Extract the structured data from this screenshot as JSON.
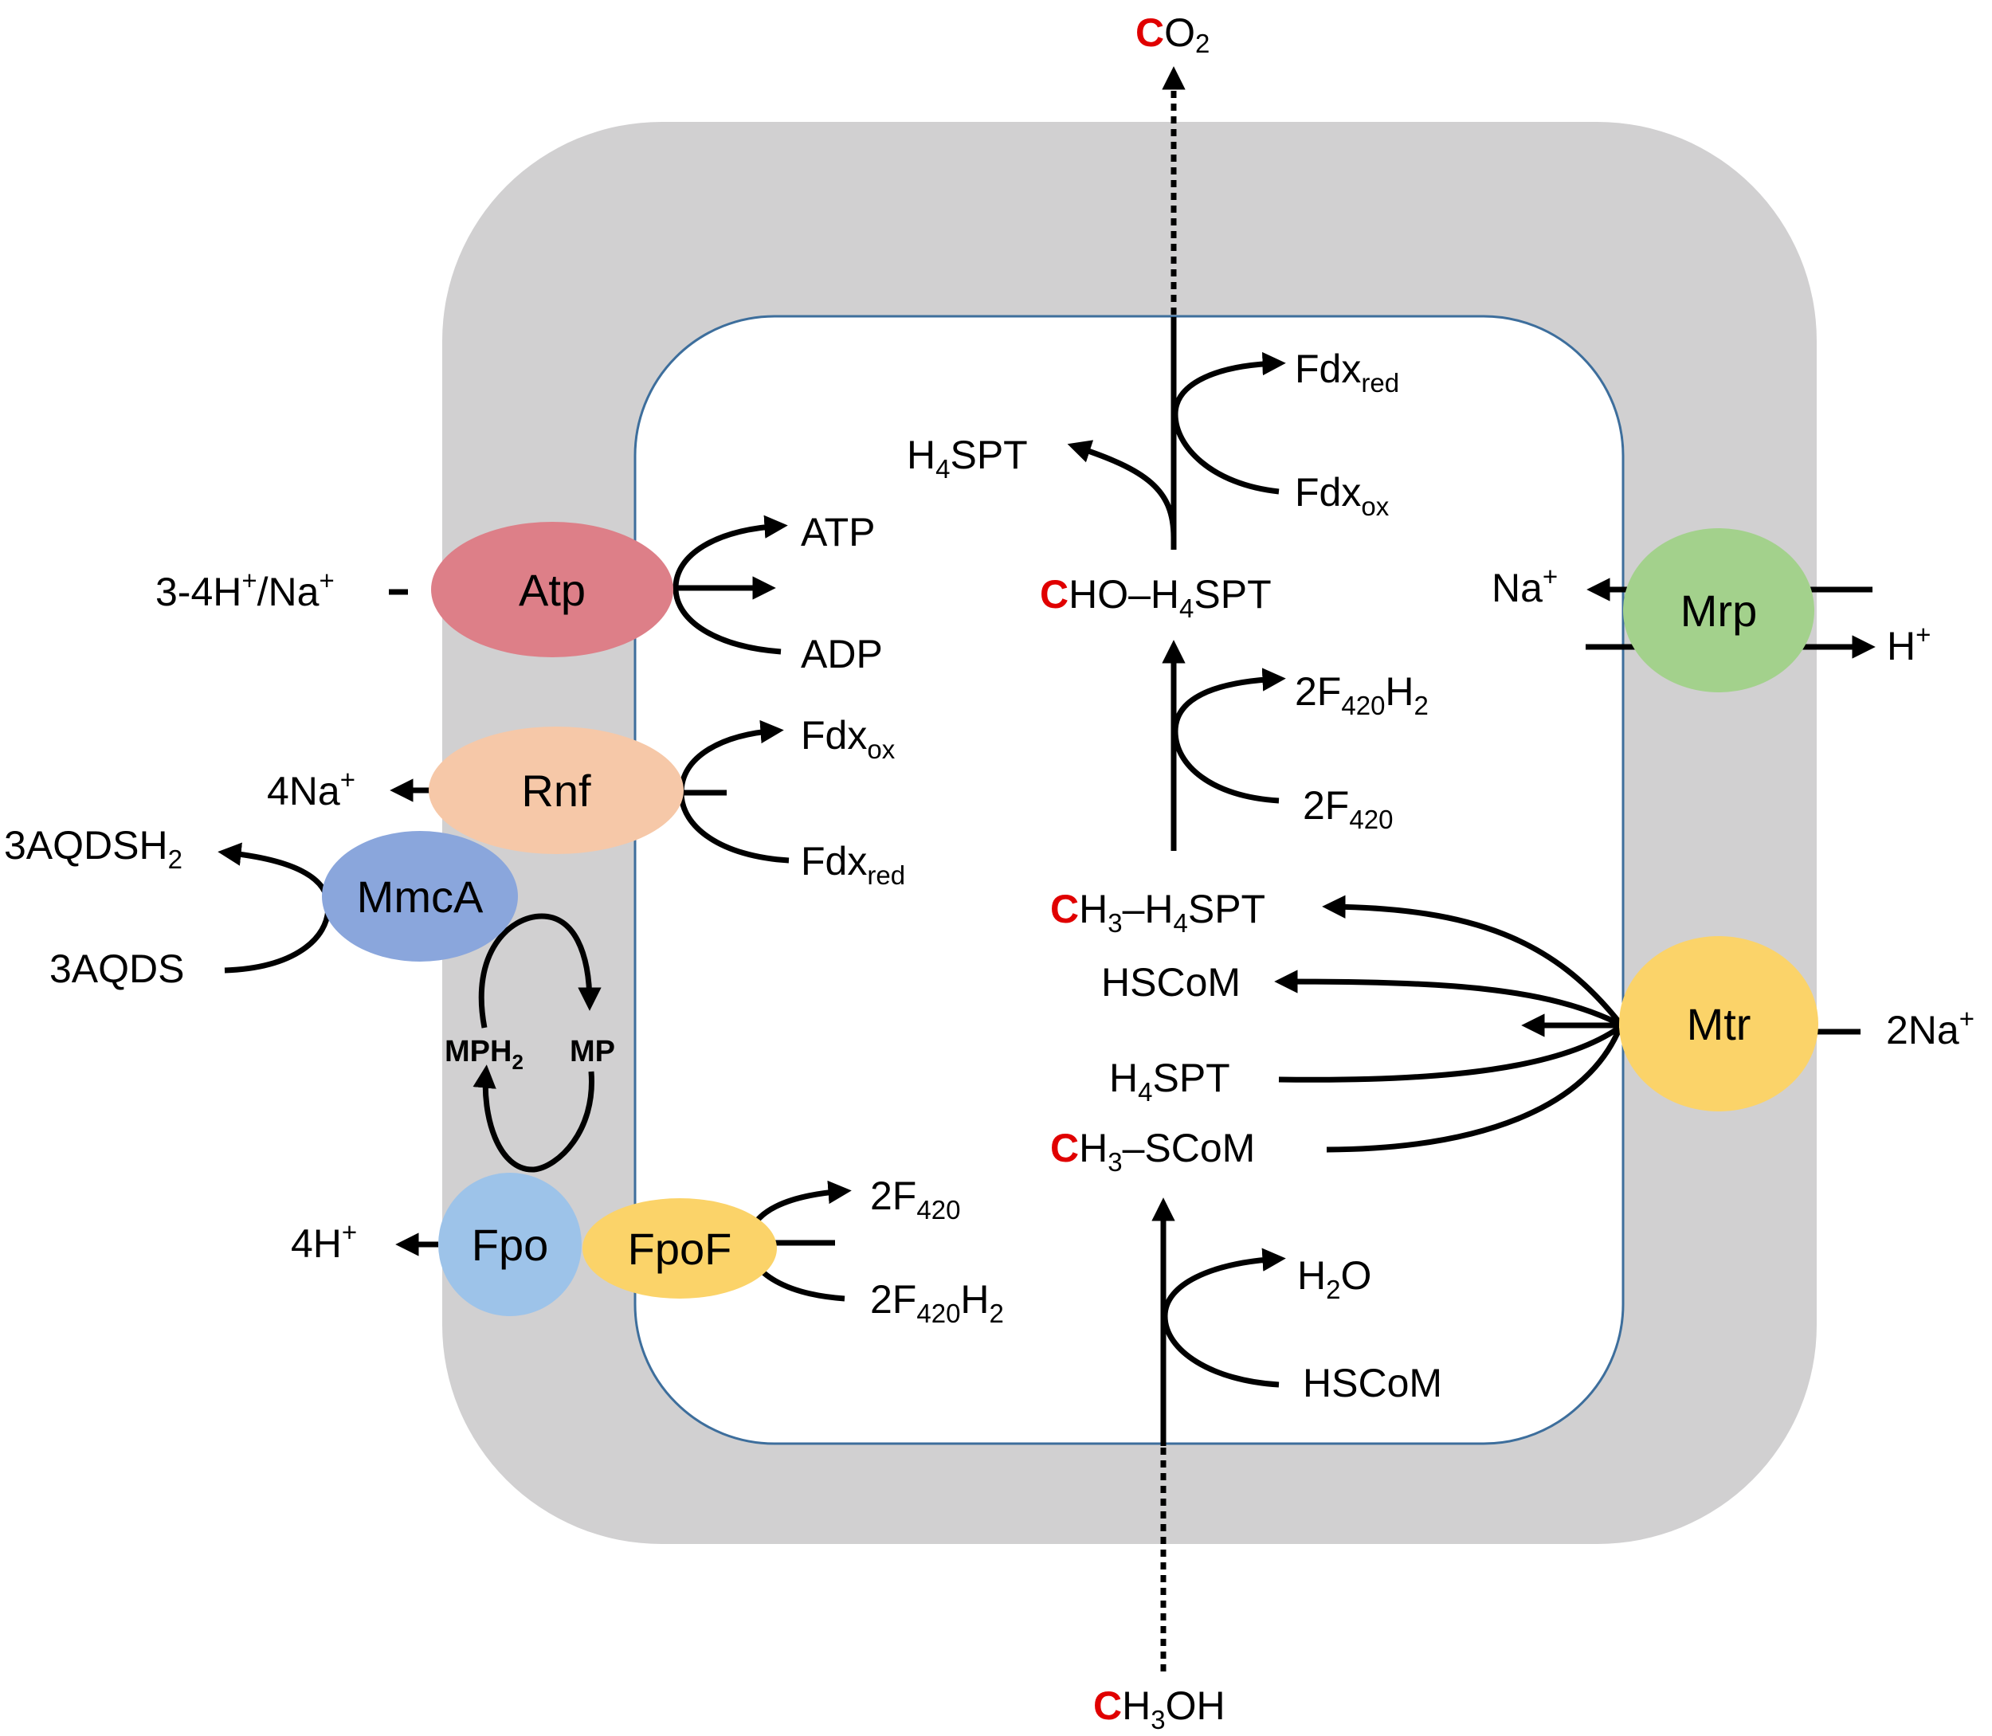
{
  "enzymes": {
    "atp": "Atp",
    "rnf": "Rnf",
    "mmca": "MmcA",
    "fpo": "Fpo",
    "fpof": "FpoF",
    "mrp": "Mrp",
    "mtr": "Mtr"
  },
  "labels": {
    "co2_c": "C",
    "co2_rest": "O",
    "co2_sub": "2",
    "fdx_red_top": "Fdx",
    "fdx_red_top_sub": "red",
    "h4spt_top": "H",
    "h4spt_top_sub": "4",
    "h4spt_top_rest": "SPT",
    "fdx_ox_top": "Fdx",
    "fdx_ox_top_sub": "ox",
    "cho_c": "C",
    "cho_rest": "HO–H",
    "cho_sub": "4",
    "cho_end": "SPT",
    "atp": "ATP",
    "adp": "ADP",
    "h_na_left": "3-4H",
    "h_na_left_sup": "+",
    "h_na_left_mid": "/Na",
    "h_na_left_sup2": "+",
    "na_right": "Na",
    "na_right_sup": "+",
    "h_right": "H",
    "h_right_sup": "+",
    "f420h2_mid": "2F",
    "f420h2_mid_sub": "420",
    "f420h2_mid_end": "H",
    "f420h2_mid_sub2": "2",
    "f420_mid": "2F",
    "f420_mid_sub": "420",
    "na4": "4Na",
    "na4_sup": "+",
    "fdx_ox_rnf": "Fdx",
    "fdx_ox_rnf_sub": "ox",
    "fdx_red_rnf": "Fdx",
    "fdx_red_rnf_sub": "red",
    "aqdsh2": "3AQDSH",
    "aqdsh2_sub": "2",
    "aqds": "3AQDS",
    "mph2": "MPH",
    "mph2_sub": "2",
    "mp": "MP",
    "ch3h4spt_c": "C",
    "ch3h4spt_a": "H",
    "ch3h4spt_sub1": "3",
    "ch3h4spt_b": "–H",
    "ch3h4spt_sub2": "4",
    "ch3h4spt_end": "SPT",
    "hscom_mid": "HSCoM",
    "h4spt_mid": "H",
    "h4spt_mid_sub": "4",
    "h4spt_mid_end": "SPT",
    "ch3scom_c": "C",
    "ch3scom_a": "H",
    "ch3scom_sub": "3",
    "ch3scom_end": "–SCoM",
    "na2": "2Na",
    "na2_sup": "+",
    "h4_left": "4H",
    "h4_left_sup": "+",
    "f420_fpo": "2F",
    "f420_fpo_sub": "420",
    "f420h2_fpo": "2F",
    "f420h2_fpo_sub": "420",
    "f420h2_fpo_end": "H",
    "f420h2_fpo_sub2": "2",
    "h2o": "H",
    "h2o_sub": "2",
    "h2o_end": "O",
    "hscom_bot": "HSCoM",
    "ch3oh_c": "C",
    "ch3oh_a": "H",
    "ch3oh_sub": "3",
    "ch3oh_end": "OH"
  },
  "colors": {
    "membrane": "#d1d0d1",
    "cytoplasm_border": "#3d6e9c",
    "labelled_carbon": "#e00000",
    "atp": "#dd7f88",
    "rnf": "#f6c8a8",
    "mmca": "#8aa6dc",
    "fpo": "#9dc3e9",
    "fpof": "#fbd369",
    "mrp": "#a3d18c",
    "mtr": "#fbd369"
  }
}
